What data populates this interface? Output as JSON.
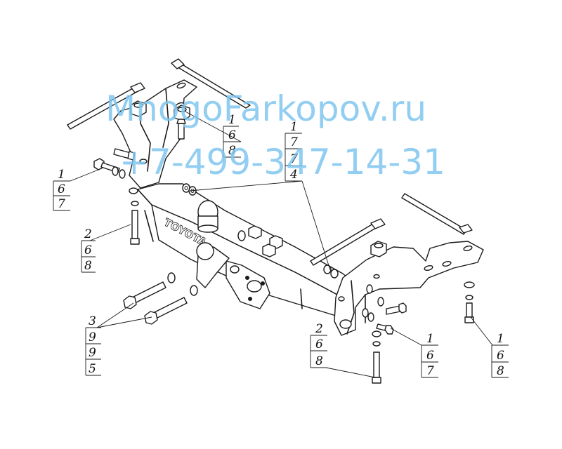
{
  "brand_text": "TOYOTA",
  "watermark": {
    "site": "MnogoFarkopov.ru",
    "phone": "+7-499-347-14-31",
    "color": "#7fc6ee"
  },
  "callouts": [
    {
      "id": "c1",
      "numbers": [
        "1",
        "6",
        "7"
      ]
    },
    {
      "id": "c2",
      "numbers": [
        "1",
        "6",
        "8"
      ]
    },
    {
      "id": "c3",
      "numbers": [
        "1",
        "7",
        "7",
        "4"
      ]
    },
    {
      "id": "c4",
      "numbers": [
        "2",
        "6",
        "8"
      ]
    },
    {
      "id": "c5",
      "numbers": [
        "3",
        "9",
        "9",
        "5"
      ]
    },
    {
      "id": "c6",
      "numbers": [
        "2",
        "6",
        "8"
      ]
    },
    {
      "id": "c7",
      "numbers": [
        "1",
        "6",
        "7"
      ]
    },
    {
      "id": "c8",
      "numbers": [
        "1",
        "6",
        "8"
      ]
    }
  ]
}
